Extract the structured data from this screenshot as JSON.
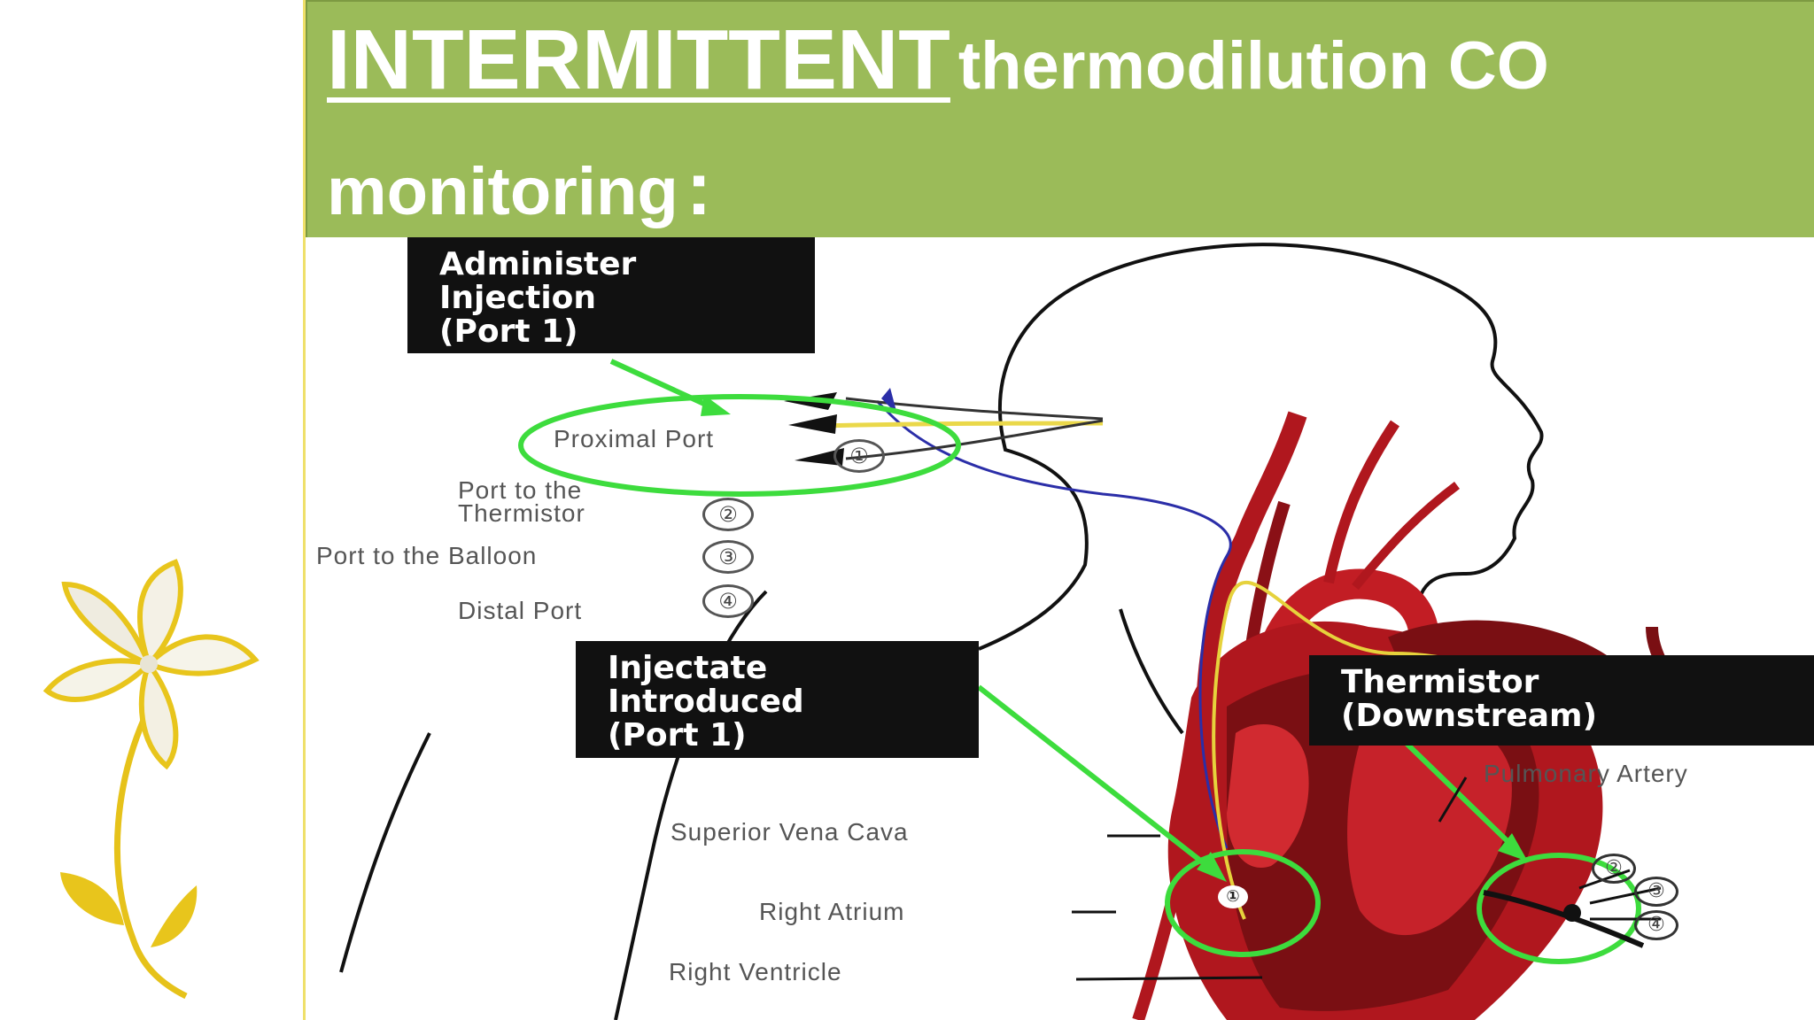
{
  "title": {
    "emphasis": "INTERMITTENT",
    "rest": "thermodilution CO",
    "line2": "monitoring",
    "colon": ":"
  },
  "diagram": {
    "boxes": {
      "administer": [
        "Administer",
        "Injection",
        "(Port 1)"
      ],
      "injectate": [
        "Injectate",
        "Introduced",
        "(Port 1)"
      ],
      "thermistor": [
        "Thermistor",
        "(Downstream)"
      ]
    },
    "ports": {
      "proximal": "Proximal Port",
      "proximal_num": "①",
      "thermistor_line1": "Port to the",
      "thermistor_line2": "Thermistor",
      "thermistor_num": "②",
      "balloon": "Port to the Balloon",
      "balloon_num": "③",
      "distal": "Distal Port",
      "distal_num": "④"
    },
    "anatomy": {
      "svc": "Superior Vena Cava",
      "ra": "Right Atrium",
      "rv": "Right Ventricle",
      "pa": "Pulmonary Artery"
    },
    "heart_nums": [
      "②",
      "③",
      "④"
    ],
    "ra_marker": "①"
  },
  "colors": {
    "header_bg": "#9bbb59",
    "highlight_green": "#3ddc3d",
    "blood_red": "#b0171e",
    "dark_red": "#6e0d10"
  },
  "icons": [
    "flower-decoration-icon",
    "arrow-icon"
  ]
}
